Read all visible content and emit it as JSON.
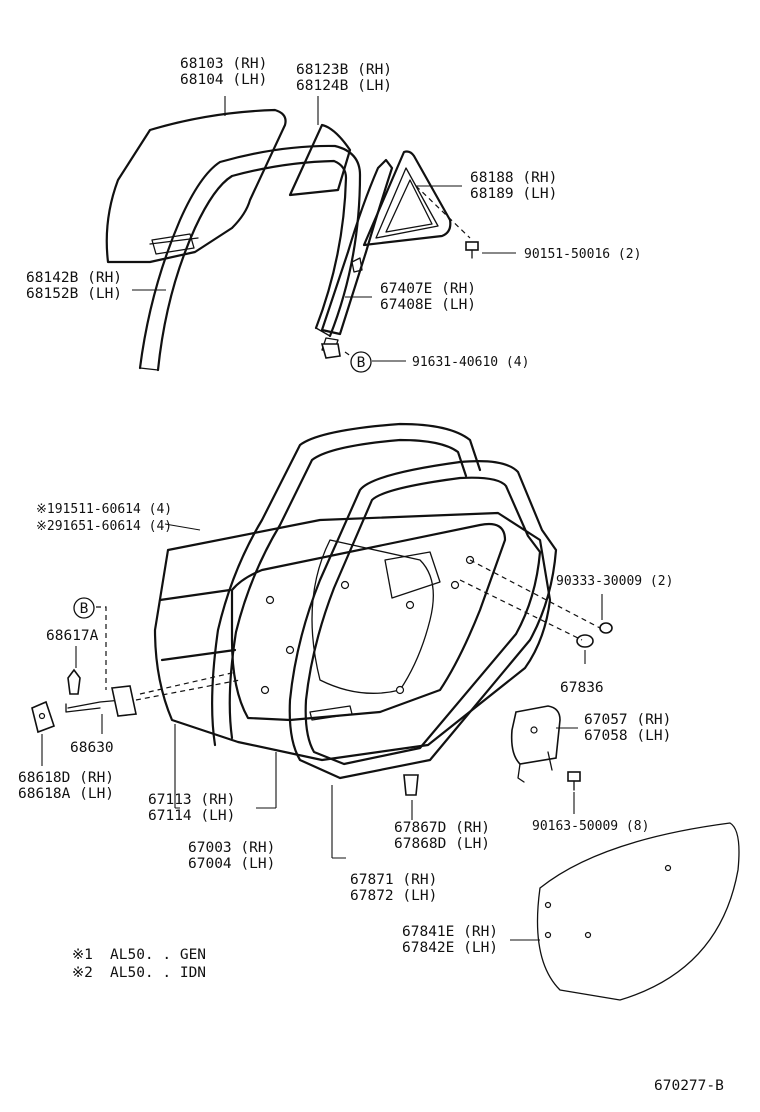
{
  "callouts": [
    {
      "id": "window-glass",
      "lines": [
        "68103 (RH)",
        "68104 (LH)"
      ]
    },
    {
      "id": "glass-channel",
      "lines": [
        "68123B (RH)",
        "68124B (LH)"
      ]
    },
    {
      "id": "quarter-glass",
      "lines": [
        "68188 (RH)",
        "68189 (LH)"
      ]
    },
    {
      "id": "screw-90151",
      "lines": [
        "90151-50016 (2)"
      ]
    },
    {
      "id": "run-channel",
      "lines": [
        "68142B (RH)",
        "68152B (LH)"
      ]
    },
    {
      "id": "division-bar",
      "lines": [
        "67407E (RH)",
        "67408E (LH)"
      ]
    },
    {
      "id": "bolt-91631",
      "lines": [
        "91631-40610 (4)"
      ]
    },
    {
      "id": "note-screws",
      "lines": [
        "※191511-60614 (4)",
        "※291651-60614 (4)"
      ]
    },
    {
      "id": "plug-90333",
      "lines": [
        "90333-30009 (2)"
      ]
    },
    {
      "id": "hinge-68617",
      "lines": [
        "68617A"
      ]
    },
    {
      "id": "hole-plug-67836",
      "lines": [
        "67836"
      ]
    },
    {
      "id": "check-68630",
      "lines": [
        "68630"
      ]
    },
    {
      "id": "regulator-67057",
      "lines": [
        "67057 (RH)",
        "67058 (LH)"
      ]
    },
    {
      "id": "hinge-68618",
      "lines": [
        "68618D (RH)",
        "68618A (LH)"
      ]
    },
    {
      "id": "weatherstrip-67113",
      "lines": [
        "67113 (RH)",
        "67114 (LH)"
      ]
    },
    {
      "id": "bolt-90163",
      "lines": [
        "90163-50009 (8)"
      ]
    },
    {
      "id": "clip-67867",
      "lines": [
        "67867D (RH)",
        "67868D (LH)"
      ]
    },
    {
      "id": "door-panel-67003",
      "lines": [
        "67003 (RH)",
        "67004 (LH)"
      ]
    },
    {
      "id": "weatherstrip-67871",
      "lines": [
        "67871 (RH)",
        "67872 (LH)"
      ]
    },
    {
      "id": "service-hole-cover",
      "lines": [
        "67841E (RH)",
        "67842E (LH)"
      ]
    }
  ],
  "markers": {
    "b_letter": "B"
  },
  "legend": {
    "note1_symbol": "※1",
    "note1_text": "AL50. . GEN",
    "note2_symbol": "※2",
    "note2_text": "AL50. . IDN"
  },
  "figure_code": "670277-B"
}
